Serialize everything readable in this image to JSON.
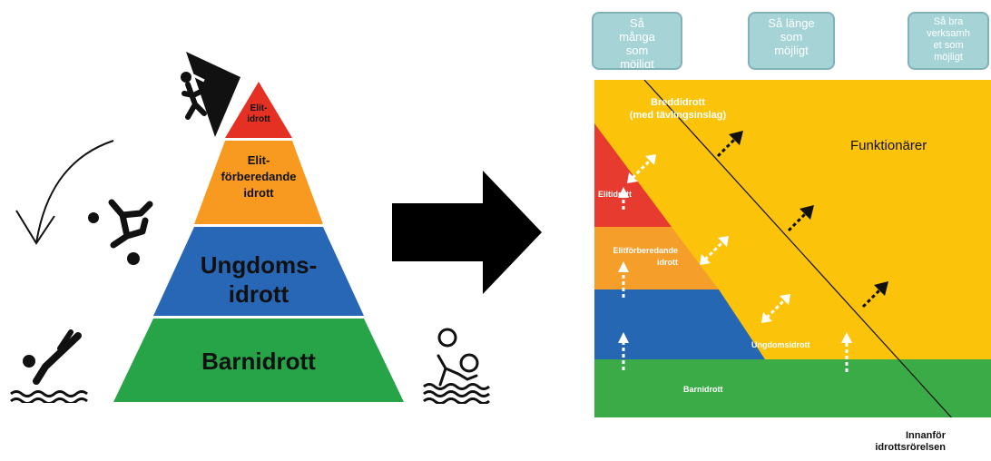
{
  "left_pyramid": {
    "levels": [
      {
        "label": "Elit-\nidrott",
        "color": "#e53124"
      },
      {
        "label": "Elit-\nförberedande\nidrott",
        "color": "#f79a1f"
      },
      {
        "label": "Ungdoms-\nidrott",
        "color": "#2767b6"
      },
      {
        "label": "Barnidrott",
        "color": "#27a447"
      }
    ]
  },
  "right_diagram": {
    "top_boxes": [
      {
        "label": "Så\nmånga\nsom\nmöjligt"
      },
      {
        "label": "Så länge\nsom\nmöjligt"
      },
      {
        "label": "Så bra\nverksamh\net som\nmöjligt"
      }
    ],
    "breddidrott_label": "Breddidrott\n(med tävlingsinslag)",
    "funktionarer_label": "Funktionärer",
    "elitidrott_label": "Elitidrott",
    "elitforberedande_label": "Elitförberedande\nidrott",
    "ungdomsidrott_label": "Ungdomsidrott",
    "barnidrott_label": "Barnidrott",
    "innanfor_label": "Innanför\nidrottsrörelsen",
    "colors": {
      "yellow": "#fcc30b",
      "red": "#e63b2e",
      "orange": "#f59e2a",
      "blue": "#2667b4",
      "green": "#3bab48"
    }
  },
  "icons": [
    "climber-icon",
    "diver-icon",
    "swimmer-icon",
    "water-polo-icon",
    "curved-arrow-icon",
    "big-arrow-icon"
  ]
}
